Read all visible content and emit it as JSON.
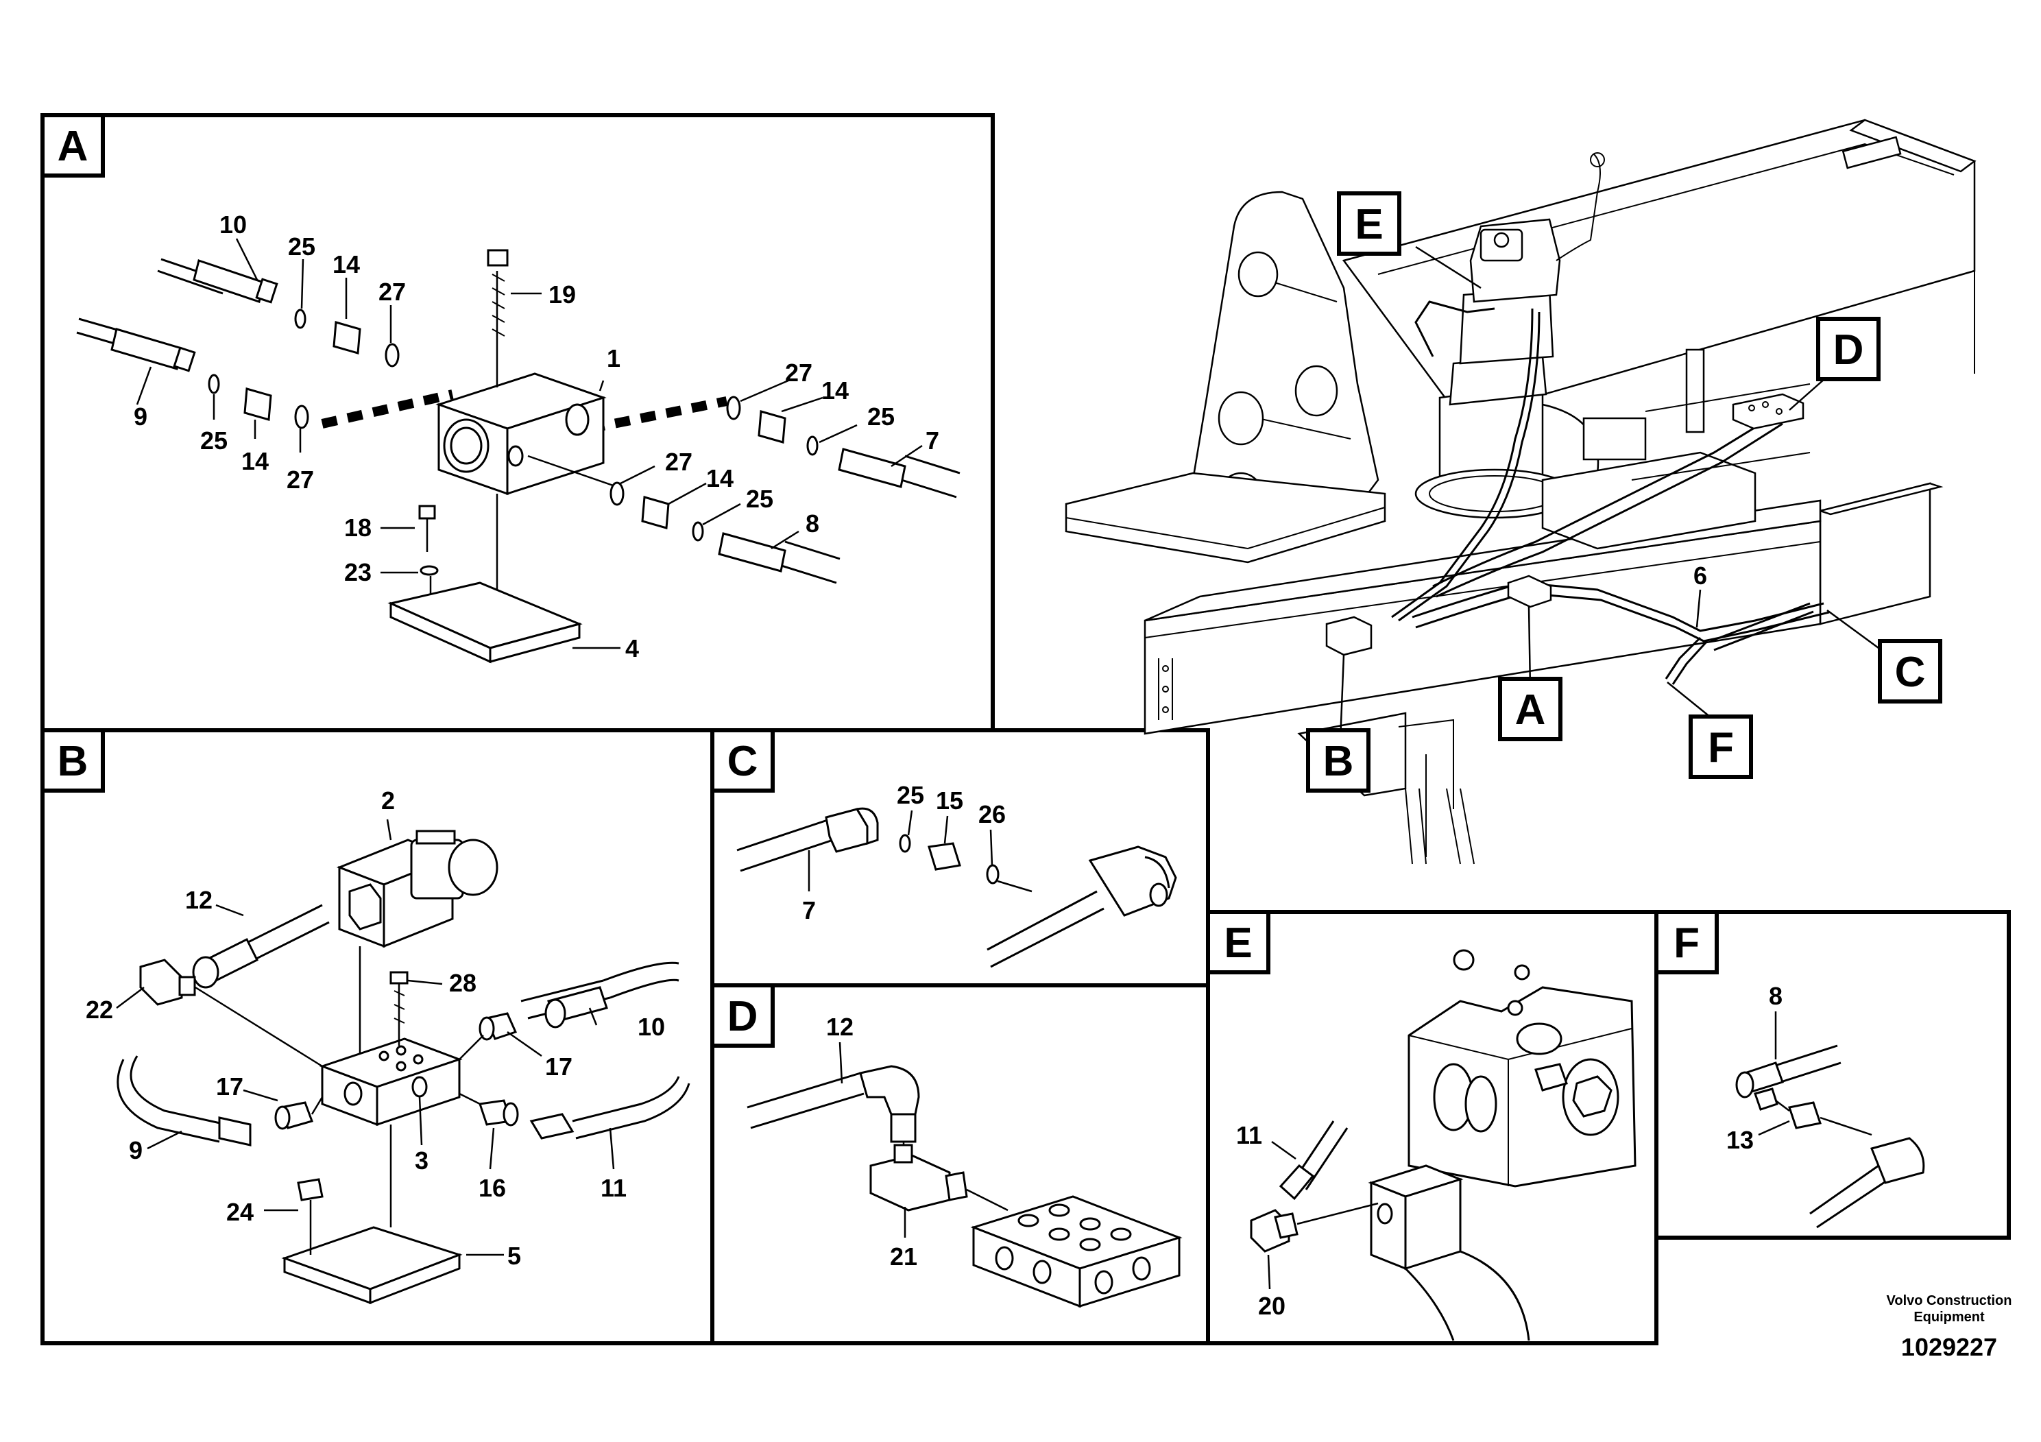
{
  "panels": {
    "A": {
      "tag": "A",
      "labels": {
        "l10": "10",
        "l25a": "25",
        "l14a": "14",
        "l27a": "27",
        "l19": "19",
        "l1": "1",
        "l9": "9",
        "l25b": "25",
        "l14b": "14",
        "l27b": "27",
        "l27c": "27",
        "l14c": "14",
        "l25c": "25",
        "l7": "7",
        "l27d": "27",
        "l14d": "14",
        "l25d": "25",
        "l8": "8",
        "l18": "18",
        "l23": "23",
        "l4": "4"
      }
    },
    "B": {
      "tag": "B",
      "labels": {
        "l2": "2",
        "l12": "12",
        "l22": "22",
        "l28": "28",
        "l10": "10",
        "l17a": "17",
        "l17b": "17",
        "l9": "9",
        "l3": "3",
        "l16": "16",
        "l11": "11",
        "l24": "24",
        "l5": "5"
      }
    },
    "C": {
      "tag": "C",
      "labels": {
        "l25": "25",
        "l15": "15",
        "l26": "26",
        "l7": "7"
      }
    },
    "D": {
      "tag": "D",
      "labels": {
        "l12": "12",
        "l21": "21"
      }
    },
    "E": {
      "tag": "E",
      "labels": {
        "l11": "11",
        "l20": "20"
      }
    },
    "F": {
      "tag": "F",
      "labels": {
        "l8": "8",
        "l13": "13"
      }
    }
  },
  "overview": {
    "callouts": {
      "E": "E",
      "D": "D",
      "A": "A",
      "B": "B",
      "C": "C",
      "F": "F"
    },
    "part_6": "6"
  },
  "footer": {
    "brand_line1": "Volvo Construction",
    "brand_line2": "Equipment",
    "drawing_number": "1029227"
  }
}
